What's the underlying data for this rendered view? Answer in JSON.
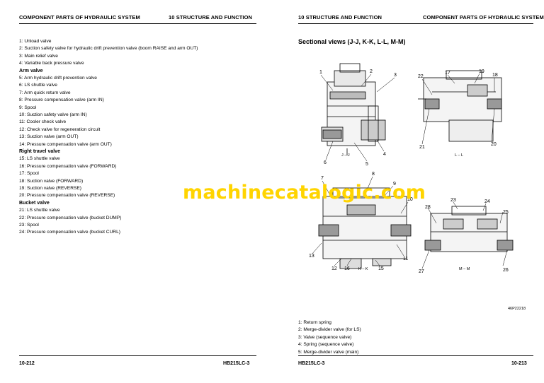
{
  "left_page": {
    "header_left": "COMPONENT PARTS OF HYDRAULIC SYSTEM",
    "header_right": "10 STRUCTURE AND FUNCTION",
    "lines": [
      {
        "text": "1: Unload valve",
        "heading": false
      },
      {
        "text": "2: Suction safety valve for hydraulic drift prevention valve (boom RAISE and arm OUT)",
        "heading": false
      },
      {
        "text": "3: Main relief valve",
        "heading": false
      },
      {
        "text": "4: Variable back pressure valve",
        "heading": false
      },
      {
        "text": "Arm valve",
        "heading": true
      },
      {
        "text": "5: Arm hydraulic drift prevention valve",
        "heading": false
      },
      {
        "text": "6: LS shuttle valve",
        "heading": false
      },
      {
        "text": "7: Arm quick return valve",
        "heading": false
      },
      {
        "text": "8: Pressure compensation valve (arm IN)",
        "heading": false
      },
      {
        "text": "9: Spool",
        "heading": false
      },
      {
        "text": "10: Suction safety valve (arm IN)",
        "heading": false
      },
      {
        "text": "11: Cooler check valve",
        "heading": false
      },
      {
        "text": "12: Check valve for regeneration circuit",
        "heading": false
      },
      {
        "text": "13: Suction valve (arm OUT)",
        "heading": false
      },
      {
        "text": "14: Pressure compensation valve (arm OUT)",
        "heading": false
      },
      {
        "text": "Right travel valve",
        "heading": true
      },
      {
        "text": "15: LS shuttle valve",
        "heading": false
      },
      {
        "text": "16: Pressure compensation valve (FORWARD)",
        "heading": false
      },
      {
        "text": "17: Spool",
        "heading": false
      },
      {
        "text": "18: Suction valve (FORWARD)",
        "heading": false
      },
      {
        "text": "19: Suction valve (REVERSE)",
        "heading": false
      },
      {
        "text": "20: Pressure compensation valve (REVERSE)",
        "heading": false
      },
      {
        "text": "Bucket valve",
        "heading": true
      },
      {
        "text": "21: LS shuttle valve",
        "heading": false
      },
      {
        "text": "22: Pressure compensation valve (bucket DUMP)",
        "heading": false
      },
      {
        "text": "23: Spool",
        "heading": false
      },
      {
        "text": "24: Pressure compensation valve (bucket CURL)",
        "heading": false
      }
    ],
    "footer_left": "10-212",
    "footer_right": "HB215LC-3"
  },
  "right_page": {
    "header_left": "10 STRUCTURE AND FUNCTION",
    "header_right": "COMPONENT PARTS OF HYDRAULIC SYSTEM",
    "section_title": "Sectional views (J-J, K-K, L-L, M-M)",
    "diagram": {
      "captions": [
        "J – J",
        "L – L",
        "K – K",
        "M – M"
      ],
      "drawing_code": "46P22218",
      "callouts": [
        "1",
        "2",
        "3",
        "4",
        "5",
        "6",
        "7",
        "8",
        "9",
        "10",
        "11",
        "12",
        "13",
        "15",
        "16",
        "17",
        "18",
        "19",
        "20",
        "21",
        "22",
        "23",
        "24",
        "25",
        "26",
        "27",
        "28"
      ]
    },
    "lines": [
      "1: Return spring",
      "2: Merge-divider valve (for LS)",
      "3: Valve (sequence valve)",
      "4: Spring (sequence valve)",
      "5: Merge-divider valve (main)"
    ],
    "footer_left": "HB215LC-3",
    "footer_right": "10-213"
  },
  "watermark": "machinecatalogic.com"
}
